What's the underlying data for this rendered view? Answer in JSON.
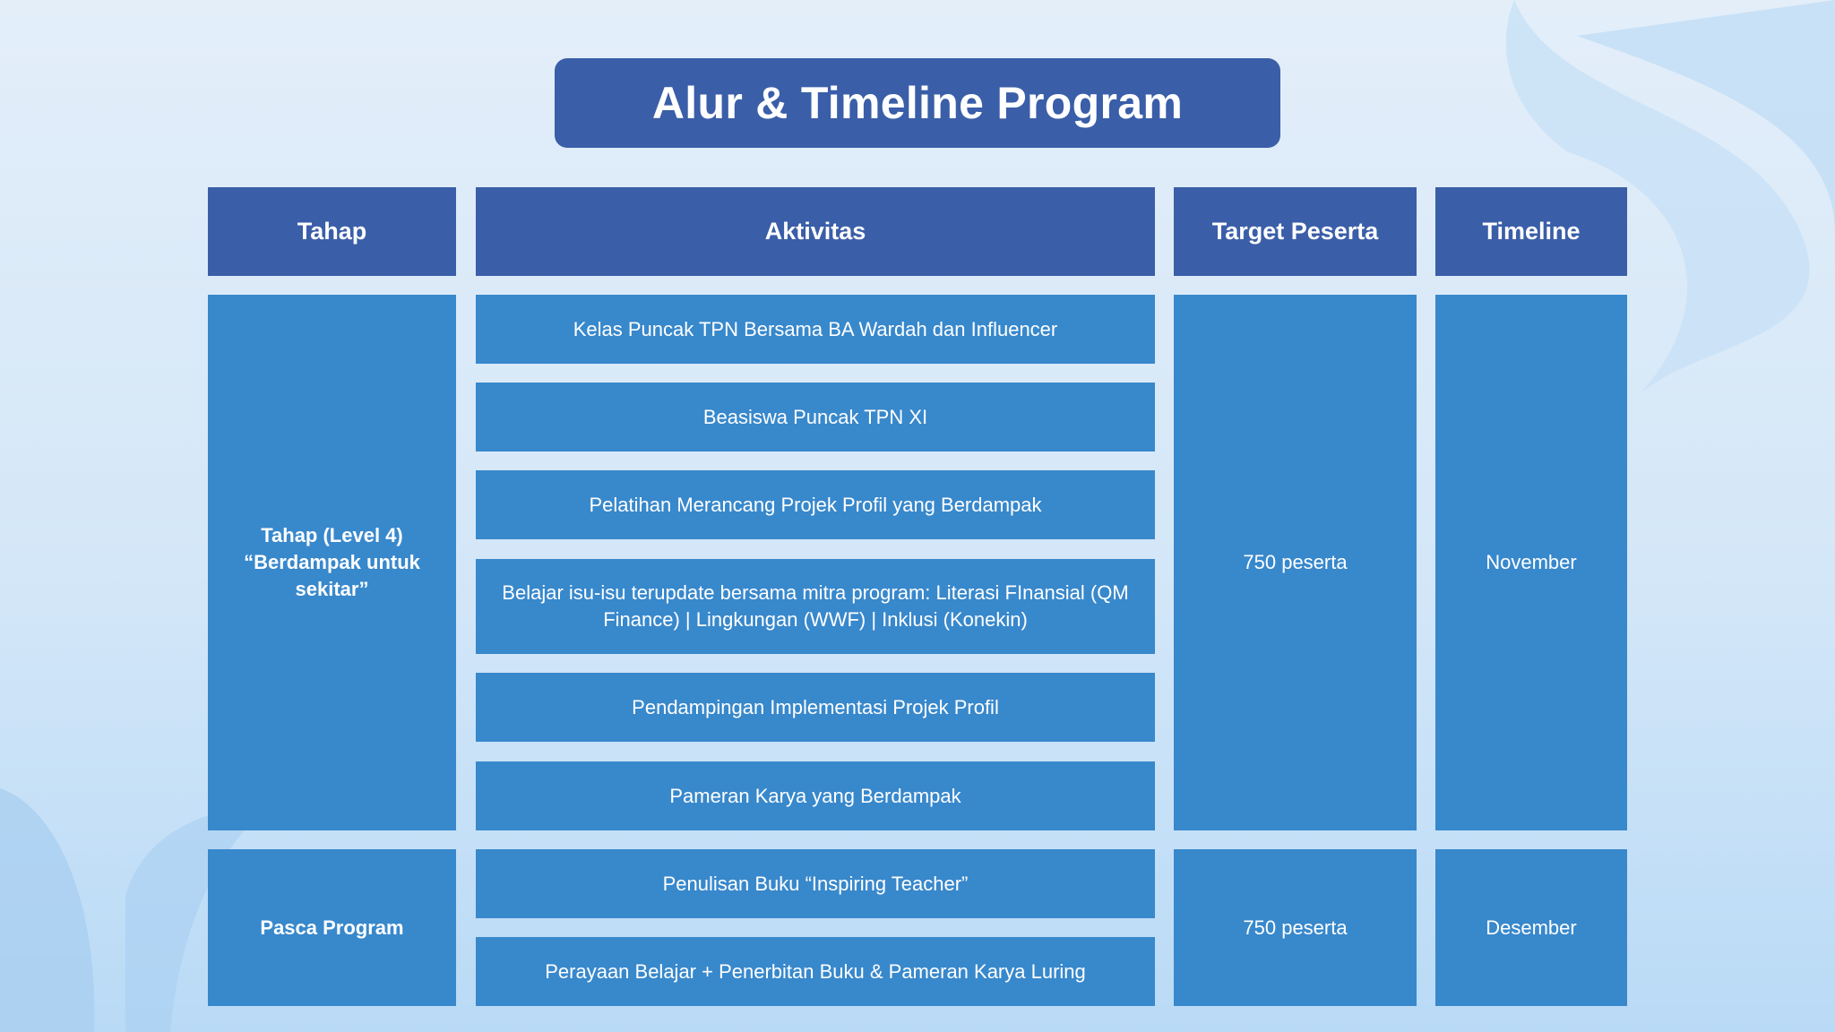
{
  "title": "Alur & Timeline Program",
  "colors": {
    "header": "#3a5ea8",
    "cell": "#3888cc",
    "text": "#ffffff",
    "background": "#d4e7f8"
  },
  "table": {
    "headers": [
      "Tahap",
      "Aktivitas",
      "Target Peserta",
      "Timeline"
    ],
    "groups": [
      {
        "stage": "Tahap (Level 4)\n“Berdampak untuk\nsekitar”",
        "activities": [
          "Kelas Puncak TPN Bersama BA Wardah dan Influencer",
          "Beasiswa Puncak TPN XI",
          "Pelatihan Merancang Projek Profil yang Berdampak",
          "Belajar isu-isu terupdate bersama mitra program: Literasi FInansial (QM Finance) | Lingkungan (WWF) | Inklusi (Konekin)",
          "Pendampingan Implementasi Projek Profil",
          "Pameran Karya yang Berdampak"
        ],
        "target": "750 peserta",
        "timeline": "November"
      },
      {
        "stage": "Pasca Program",
        "activities": [
          "Penulisan Buku “Inspiring Teacher”",
          "Perayaan Belajar + Penerbitan Buku & Pameran Karya Luring"
        ],
        "target": "750 peserta",
        "timeline": "Desember"
      }
    ]
  }
}
